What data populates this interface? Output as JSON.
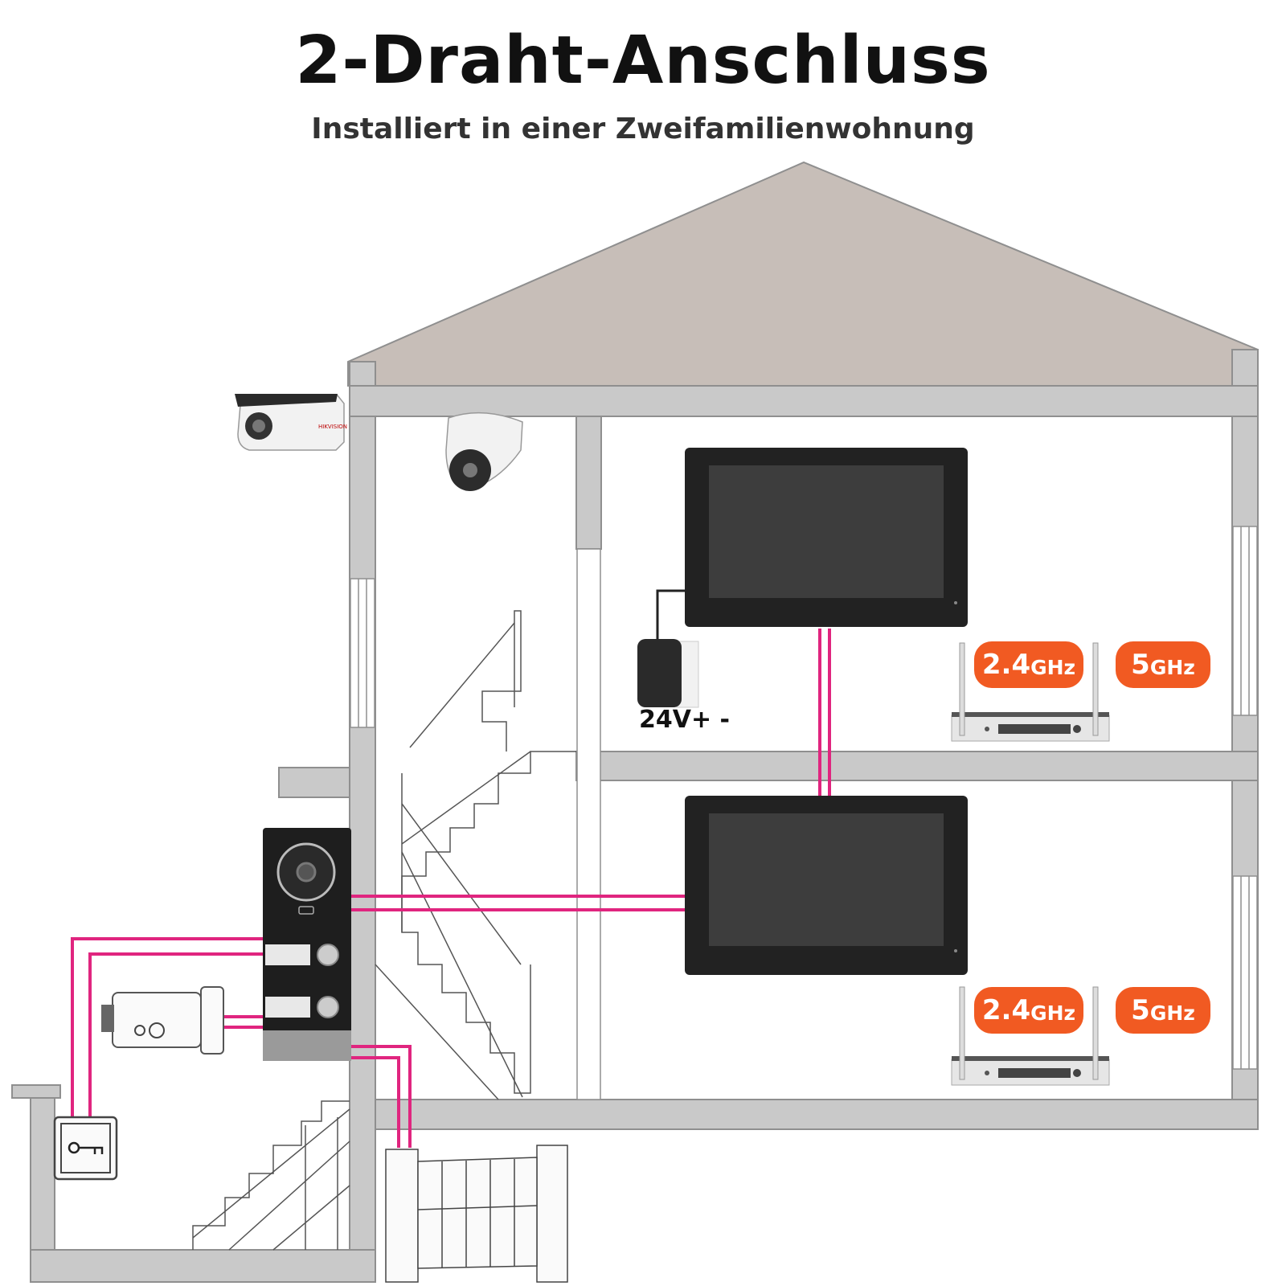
{
  "title": "2-Draht-Anschluss",
  "subtitle": "Installiert in einer Zweifamilienwohnung",
  "power_label": "24V+ -",
  "wifi": {
    "band_24": {
      "num": "2.4",
      "unit": "GHz"
    },
    "band_5": {
      "num": "5",
      "unit": "GHz"
    }
  },
  "camera_brand": "HIKVISION",
  "colors": {
    "wall": "#c9c9c9",
    "wall_stroke": "#8f8f8f",
    "roof": "#c7beb8",
    "wire": "#e0257f",
    "badge": "#f15a22",
    "monitor": "#222222",
    "screen": "#3d3d3d"
  },
  "icons": {
    "key": "key-icon",
    "camera": "camera-icon",
    "lock": "lock-icon",
    "router": "router-icon",
    "power": "power-adapter-icon",
    "gate": "gate-icon"
  }
}
